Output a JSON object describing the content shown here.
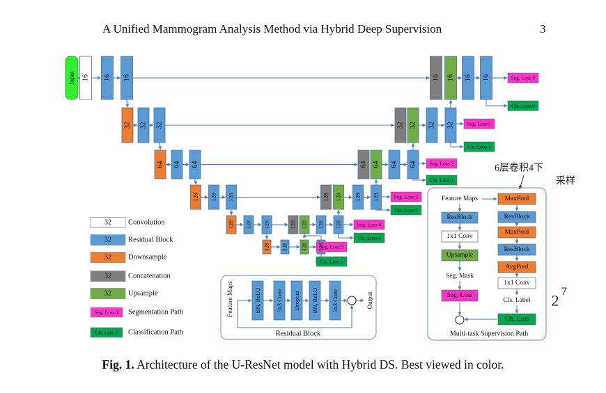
{
  "header": {
    "title": "A Unified Mammogram Analysis Method via Hybrid Deep Supervision",
    "page_number": "3"
  },
  "input_label": "Input",
  "channels": [
    "16",
    "32",
    "64",
    "128"
  ],
  "legend": [
    {
      "swatch": "32",
      "label": "Convolution",
      "color": "#ffffff"
    },
    {
      "swatch": "32",
      "label": "Residual Block",
      "color": "#5b9bd5"
    },
    {
      "swatch": "32",
      "label": "Downsample",
      "color": "#ed7d31"
    },
    {
      "swatch": "32",
      "label": "Concatenation",
      "color": "#7f7f7f"
    },
    {
      "swatch": "32",
      "label": "Upsample",
      "color": "#70ad47"
    },
    {
      "swatch": "Seg. Loss 1",
      "label": "Segmentation Path",
      "color": "#ff33cc"
    },
    {
      "swatch": "Cls. Loss 1",
      "label": "Classification Path",
      "color": "#00a651"
    }
  ],
  "seg_losses": [
    "Seg. Loss 0",
    "Seg. Loss 1",
    "Seg. Loss 2",
    "Seg. Loss 3",
    "Seg. Loss 4",
    "Seg. Loss 5"
  ],
  "cls_losses": [
    "Cls. Loss 0",
    "Cls. Loss 1",
    "Cls. Loss 2",
    "Cls. Loss 3",
    "Cls. Loss 4",
    "Cls. Loss 5"
  ],
  "residual_block": {
    "title": "Residual Block",
    "input": "Feature Maps",
    "layers": [
      "BN, ReLU",
      "3x3 Conv",
      "Dropout",
      "BN, ReLU",
      "3x3 Conv"
    ],
    "output": "Output"
  },
  "multitask": {
    "title": "Multi-task Supervision Path",
    "left": [
      "Feature Maps",
      "ResBlock",
      "1x1 Conv",
      "Upsample",
      "Seg. Mask",
      "Seg. Loss"
    ],
    "right": [
      "MaxPool",
      "ResBlock",
      "MaxPool",
      "ResBlock",
      "AvgPool",
      "1x1 Conv",
      "Cls. Label",
      "Cls. Loss"
    ]
  },
  "handwriting": {
    "note": "6层卷积4下采样",
    "mark": "2",
    "color": "#222222"
  },
  "colors": {
    "conv": "#ffffff",
    "res": "#5b9bd5",
    "down": "#ed7d31",
    "concat": "#7f7f7f",
    "up": "#70ad47",
    "seg": "#ff33cc",
    "cls": "#00a651",
    "input": "#33ee33",
    "arrow": "#4a7ebb",
    "frame": "#7f9fcf"
  },
  "caption": {
    "label": "Fig. 1.",
    "text": "Architecture of the U-ResNet model with Hybrid DS. Best viewed in color."
  }
}
